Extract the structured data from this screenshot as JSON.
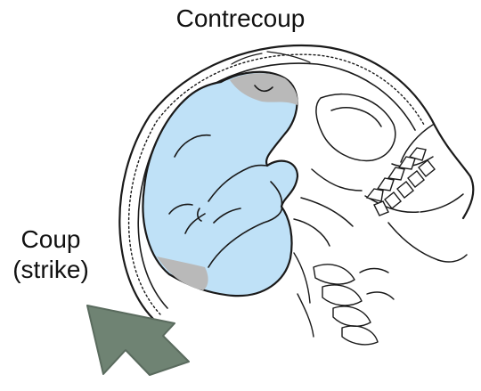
{
  "labels": {
    "top": "Contrecoup",
    "left_line1": "Coup",
    "left_line2": "(strike)"
  },
  "colors": {
    "brain_fill": "#bfe1f7",
    "injury_gray": "#b9b9b9",
    "outline": "#1a1a1a",
    "arrow_fill": "#6f8373",
    "arrow_stroke": "#5a6b5e"
  },
  "icons": {
    "impact_arrow": "arrow-up-right-icon"
  }
}
